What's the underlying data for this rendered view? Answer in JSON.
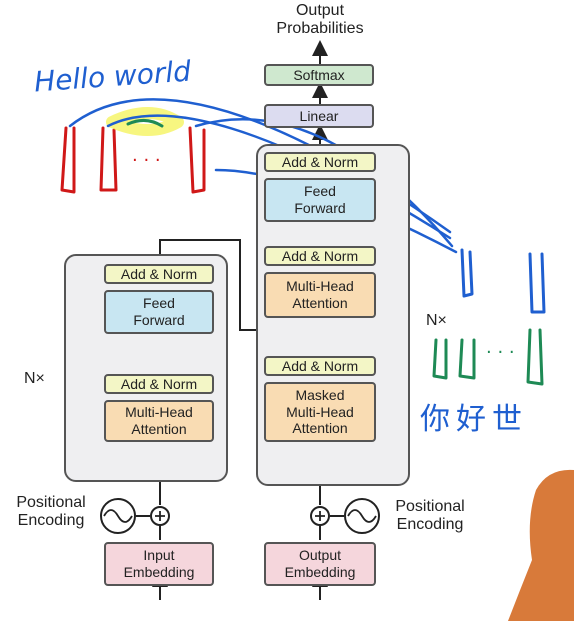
{
  "output_probabilities": "Output\nProbabilities",
  "decoder": {
    "softmax": "Softmax",
    "linear": "Linear",
    "add_norm": "Add & Norm",
    "feed_forward": "Feed\nForward",
    "multi_head_attention": "Multi-Head\nAttention",
    "masked_multi_head_attention": "Masked\nMulti-Head\nAttention",
    "repeat_label": "N×",
    "output_embedding": "Output\nEmbedding",
    "positional_encoding": "Positional\nEncoding"
  },
  "encoder": {
    "add_norm": "Add & Norm",
    "feed_forward": "Feed\nForward",
    "multi_head_attention": "Multi-Head\nAttention",
    "repeat_label": "N×",
    "input_embedding": "Input\nEmbedding",
    "positional_encoding": "Positional\nEncoding"
  },
  "annotations": {
    "english_text": "Hello world",
    "ellipsis_red": "· · ·",
    "ellipsis_green": "· · ·",
    "chinese_text": "你好世"
  },
  "colors": {
    "annotation_blue": "#1f5fd0",
    "annotation_red": "#d01818",
    "annotation_green": "#1e8a55",
    "annotation_orange": "#e88a1a"
  }
}
